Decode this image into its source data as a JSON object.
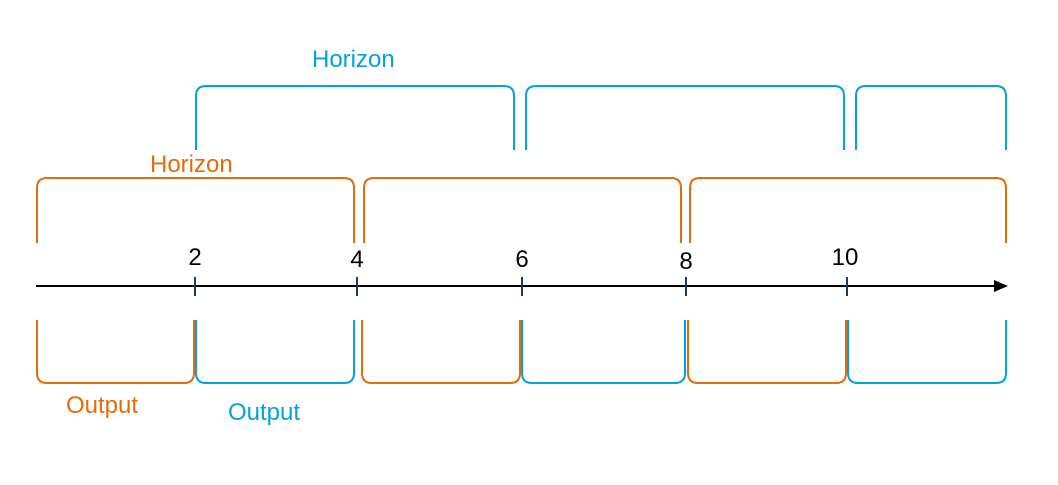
{
  "colors": {
    "orange": "#E46C0A",
    "blue": "#00A2E0",
    "axis": "#000000",
    "tick": "#1F3864"
  },
  "labels": {
    "horizon_blue": "Horizon",
    "horizon_orange": "Horizon",
    "output_orange": "Output",
    "output_blue": "Output"
  },
  "axis": {
    "ticks": [
      "2",
      "4",
      "6",
      "8",
      "10"
    ]
  }
}
